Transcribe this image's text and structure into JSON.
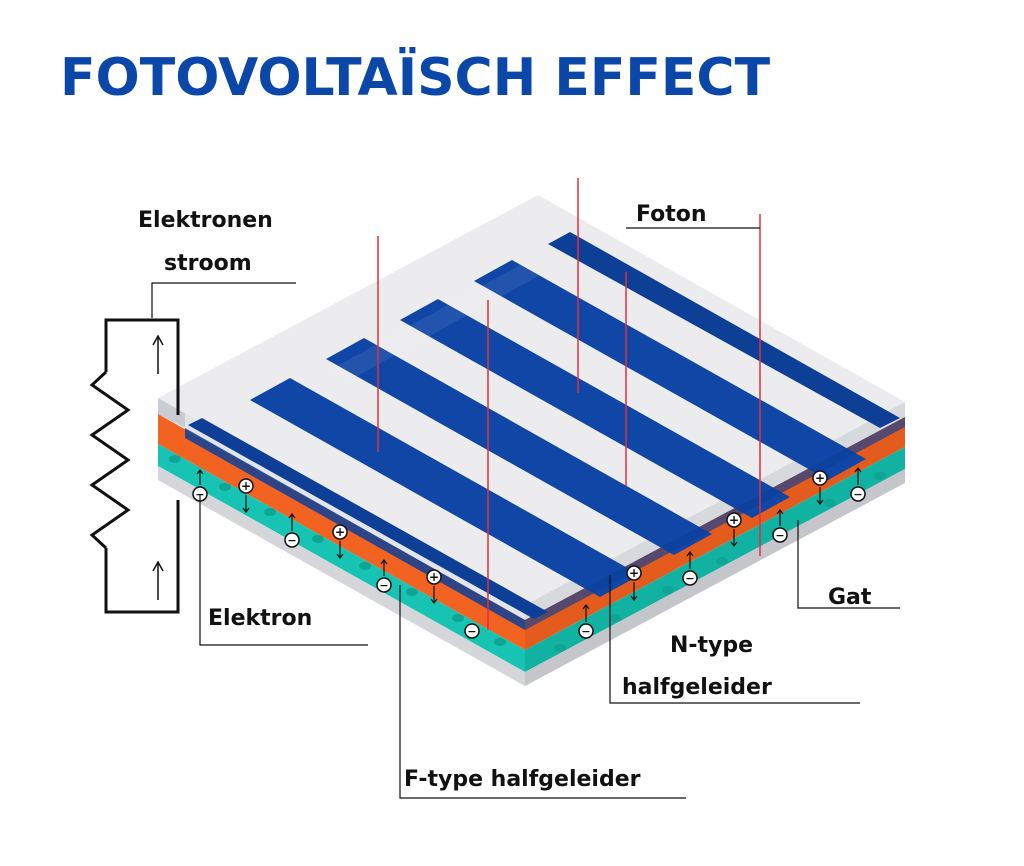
{
  "title": "FOTOVOLTAÏSCH EFFECT",
  "labels": {
    "electron_current_line1": "Elektronen",
    "electron_current_line2": "stroom",
    "photon": "Foton",
    "hole": "Gat",
    "electron": "Elektron",
    "n_type_line1": "N-type",
    "n_type_line2": "halfgeleider",
    "p_type": "F-type halfgeleider"
  },
  "symbols": {
    "plus": "+",
    "minus": "−"
  },
  "colors": {
    "title": "#0b47a8",
    "top_plate": "#ececee",
    "blue_strip": "#1046a6",
    "orange_layer": "#f26322",
    "teal_layer": "#17c4b4",
    "photon_ray": "#e0303a",
    "wire": "#111111"
  }
}
